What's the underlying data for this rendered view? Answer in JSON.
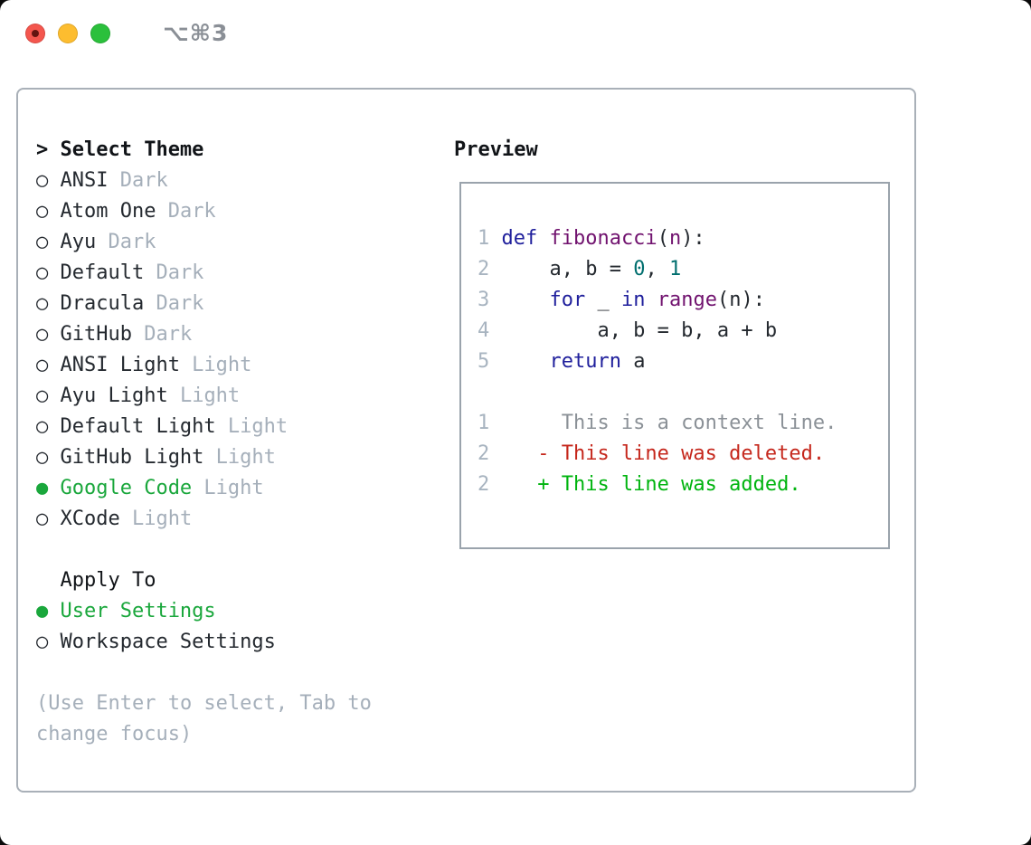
{
  "titlebar": {
    "shortcut": "⌥⌘3",
    "traffic_lights": [
      {
        "name": "close",
        "color": "#f4564e"
      },
      {
        "name": "minimize",
        "color": "#fdbd2f"
      },
      {
        "name": "maximize",
        "color": "#2bc03c"
      }
    ]
  },
  "icons": {
    "cursor": ">",
    "radio_unselected": "○",
    "radio_selected": "●"
  },
  "menu": {
    "header": {
      "marker": ">",
      "label": "Select Theme"
    },
    "themes": [
      {
        "name": "ANSI",
        "variant": "Dark",
        "selected": false
      },
      {
        "name": "Atom One",
        "variant": "Dark",
        "selected": false
      },
      {
        "name": "Ayu",
        "variant": "Dark",
        "selected": false
      },
      {
        "name": "Default",
        "variant": "Dark",
        "selected": false
      },
      {
        "name": "Dracula",
        "variant": "Dark",
        "selected": false
      },
      {
        "name": "GitHub",
        "variant": "Dark",
        "selected": false
      },
      {
        "name": "ANSI Light",
        "variant": "Light",
        "selected": false
      },
      {
        "name": "Ayu Light",
        "variant": "Light",
        "selected": false
      },
      {
        "name": "Default Light",
        "variant": "Light",
        "selected": false
      },
      {
        "name": "GitHub Light",
        "variant": "Light",
        "selected": false
      },
      {
        "name": "Google Code",
        "variant": "Light",
        "selected": true
      },
      {
        "name": "XCode",
        "variant": "Light",
        "selected": false
      }
    ],
    "apply_to": {
      "header": "Apply To",
      "options": [
        {
          "label": "User Settings",
          "selected": true
        },
        {
          "label": "Workspace Settings",
          "selected": false
        }
      ]
    },
    "hint": "(Use Enter to select, Tab to change focus)"
  },
  "preview": {
    "header": "Preview",
    "code": [
      {
        "num": "1",
        "segments": [
          {
            "text": "def ",
            "style": "keyword"
          },
          {
            "text": "fibonacci",
            "style": "title"
          },
          {
            "text": "(",
            "style": "plain"
          },
          {
            "text": "n",
            "style": "title"
          },
          {
            "text": "):",
            "style": "plain"
          }
        ]
      },
      {
        "num": "2",
        "segments": [
          {
            "text": "    a, b = ",
            "style": "plain"
          },
          {
            "text": "0",
            "style": "number"
          },
          {
            "text": ", ",
            "style": "plain"
          },
          {
            "text": "1",
            "style": "number"
          }
        ]
      },
      {
        "num": "3",
        "segments": [
          {
            "text": "    ",
            "style": "plain"
          },
          {
            "text": "for",
            "style": "keyword"
          },
          {
            "text": " _ ",
            "style": "plain"
          },
          {
            "text": "in",
            "style": "keyword"
          },
          {
            "text": " ",
            "style": "plain"
          },
          {
            "text": "range",
            "style": "title"
          },
          {
            "text": "(n):",
            "style": "plain"
          }
        ]
      },
      {
        "num": "4",
        "segments": [
          {
            "text": "        a, b = b, a + b",
            "style": "plain"
          }
        ]
      },
      {
        "num": "5",
        "segments": [
          {
            "text": "    ",
            "style": "plain"
          },
          {
            "text": "return",
            "style": "keyword"
          },
          {
            "text": " a",
            "style": "plain"
          }
        ]
      }
    ],
    "diff": [
      {
        "num": "1",
        "marker": "",
        "text": "This is a context line.",
        "style": "context"
      },
      {
        "num": "2",
        "marker": "-",
        "text": "This line was deleted.",
        "style": "deleted"
      },
      {
        "num": "2",
        "marker": "+",
        "text": "This line was added.",
        "style": "added"
      }
    ]
  },
  "colors": {
    "accent_green": "#1aa73c",
    "diff_green": "#00b40f",
    "diff_red": "#c5271c",
    "code_keyword": "#1f1f9c",
    "code_title": "#71136f",
    "code_number": "#006e6e",
    "muted_gray": "#a5afba",
    "line_number_gray": "#a8b4c0"
  }
}
